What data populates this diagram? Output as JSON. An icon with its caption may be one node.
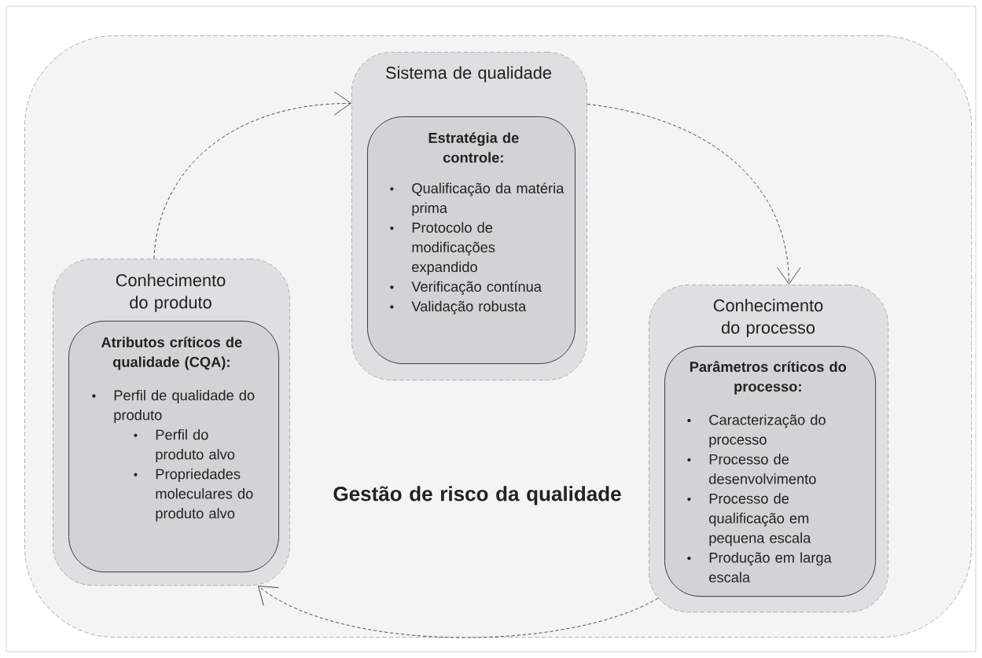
{
  "diagram": {
    "nodes": [
      {
        "text": [
          "Gestão de risco da qualidade"
        ]
      },
      {
        "text": [
          "Sistema de qualidade"
        ],
        "in": 0
      },
      {
        "text": [
          "Estratégia de controle:",
          "Qualificação da matéria prima",
          "Protocolo de modificações expandido",
          "Verificação contínua",
          "Validação robusta"
        ],
        "in": 1
      },
      {
        "text": [
          "Conhecimento do produto"
        ],
        "in": 0
      },
      {
        "text": [
          "Atributos críticos de qualidade (CQA):",
          "Perfil de qualidade do produto",
          "Perfil do produto alvo",
          "Propriedades moleculares do produto alvo"
        ],
        "in": 3
      },
      {
        "text": [
          "Conhecimento do processo"
        ],
        "in": 0
      },
      {
        "text": [
          "Parâmetros críticos do processo:",
          "Caracterização do processo",
          "Processo de desenvolvimento",
          "Processo de qualificação em pequena escala",
          "Produção em larga escala"
        ],
        "in": 5
      }
    ],
    "edges": [
      {
        "from": 3,
        "to": 1,
        "arrow": "to",
        "style": "dashed"
      },
      {
        "from": 1,
        "to": 5,
        "arrow": "to",
        "style": "dashed"
      },
      {
        "from": 5,
        "to": 3,
        "arrow": "to",
        "style": "dashed"
      }
    ]
  }
}
